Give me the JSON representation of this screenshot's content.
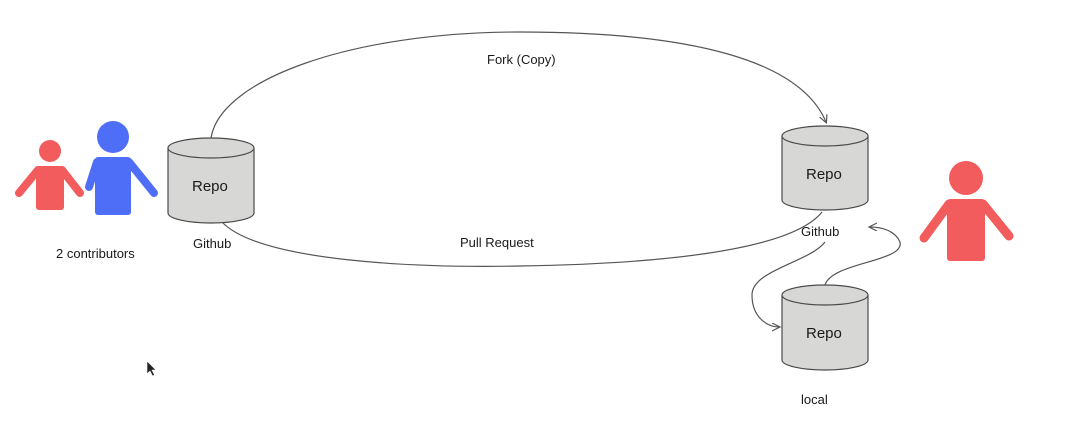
{
  "diagram": {
    "labels": {
      "fork": "Fork (Copy)",
      "pull_request": "Pull Request",
      "contributors": "2 contributors",
      "github_left": "Github",
      "github_right": "Github",
      "local": "local"
    },
    "repos": {
      "left": "Repo",
      "right": "Repo",
      "local": "Repo"
    },
    "colors": {
      "person_red": "#f25c5c",
      "person_blue": "#4f6ef7",
      "repo_fill": "#d7d7d5",
      "repo_stroke": "#4a4a4a",
      "edge": "#555555"
    }
  }
}
